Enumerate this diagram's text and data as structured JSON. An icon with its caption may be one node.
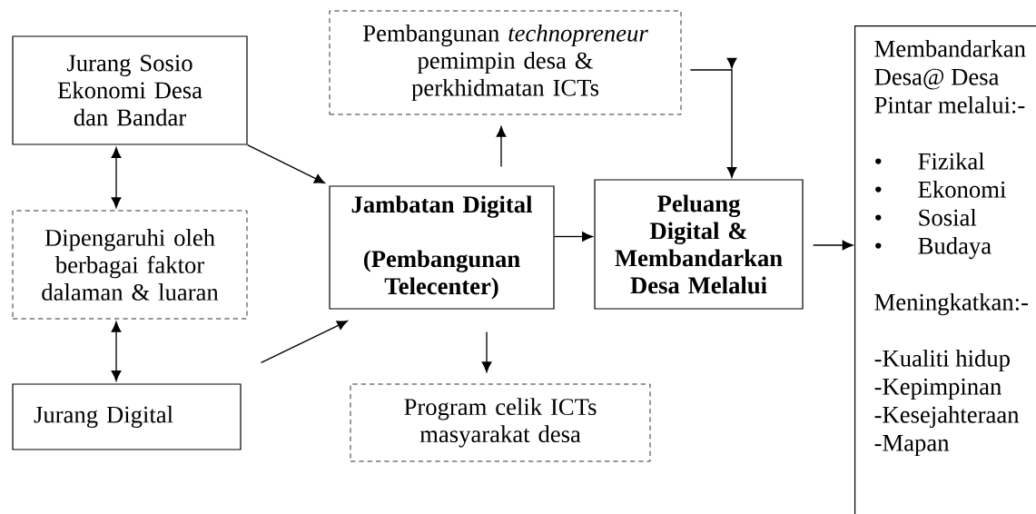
{
  "diagram": {
    "nodes": [
      {
        "text": [
          "Jurang Sosio Ekonomi Desa dan Bandar"
        ]
      },
      {
        "text": [
          "Dipengaruhi oleh berbagai faktor dalaman & luaran"
        ]
      },
      {
        "text": [
          "Jurang Digital"
        ]
      },
      {
        "text": [
          "Pembangunan *technopreneur* pemimpin desa & perkhidmatan ICTs"
        ]
      },
      {
        "text": [
          "Jambatan Digital",
          "(Pembangunan Telecenter)"
        ]
      },
      {
        "text": [
          "Peluang Digital & Membandarkan Desa Melalui"
        ]
      },
      {
        "text": [
          "Program celik ICTs masyarakat desa"
        ]
      },
      {
        "text": [
          "Membandarkan Desa@ Desa Pintar melalui:-",
          "Fizikal",
          "Ekonomi",
          "Sosial",
          "Budaya",
          "Meningkatkan:-",
          "-Kualiti hidup",
          "-Kepimpinan",
          "-Kesejahteraan",
          "-Mapan"
        ]
      }
    ],
    "edges": [
      {
        "from": 0,
        "to": 1,
        "arrow": "both"
      },
      {
        "from": 1,
        "to": 2,
        "arrow": "both"
      },
      {
        "from": 0,
        "to": 4,
        "arrow": "to"
      },
      {
        "from": 2,
        "to": 4,
        "arrow": "to"
      },
      {
        "from": 4,
        "to": 3,
        "arrow": "to"
      },
      {
        "from": 3,
        "to": 5,
        "arrow": "to"
      },
      {
        "from": 4,
        "to": 5,
        "arrow": "to"
      },
      {
        "from": 4,
        "to": 6,
        "arrow": "to"
      },
      {
        "from": 5,
        "to": 7,
        "arrow": "to"
      }
    ],
    "labels": [
      "•",
      "•",
      "•",
      "•"
    ]
  }
}
